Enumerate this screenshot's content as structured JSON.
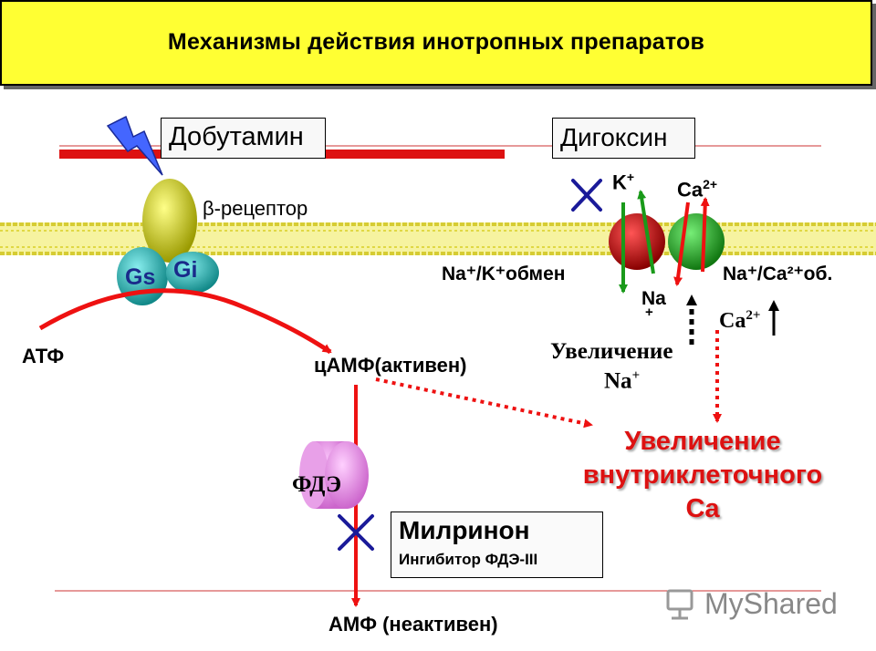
{
  "title": "Механизмы действия инотропных препаратов",
  "labels": {
    "dobutamine": "Добутамин",
    "digoxin": "Дигоксин",
    "beta_receptor": "β-рецептор",
    "gs": "Gs",
    "gi": "Gi",
    "atp": "АТФ",
    "camp": "цАМФ(активен)",
    "pde": "ФДЭ",
    "milrinone": "Милринон",
    "milrinone_sub": "Ингибитор ФДЭ-III",
    "amp": "АМФ (неактивен)",
    "k_ion": "K",
    "k_sup": "+",
    "ca_ion": "Ca",
    "ca_sup": "2+",
    "na_k": "Na⁺/K⁺обмен",
    "na_ca": "Na⁺/Ca²⁺об.",
    "na_ion": "Na",
    "na_sup": "+",
    "ca2": "Ca",
    "ca2_sup": "2+",
    "na_increase_1": "Увеличение",
    "na_increase_2": "Na",
    "na_increase_sup": "+",
    "result_1": "Увеличение",
    "result_2": "внутриклеточного",
    "result_3": "Ca"
  },
  "brand": "MyShared",
  "colors": {
    "title_bg": "#ffff33",
    "arrow_red": "#ee1111",
    "result_red": "#dd1111",
    "inhibit_blue": "#1a1a99",
    "membrane": "#f2ee66",
    "green": "#1a9a1a"
  }
}
